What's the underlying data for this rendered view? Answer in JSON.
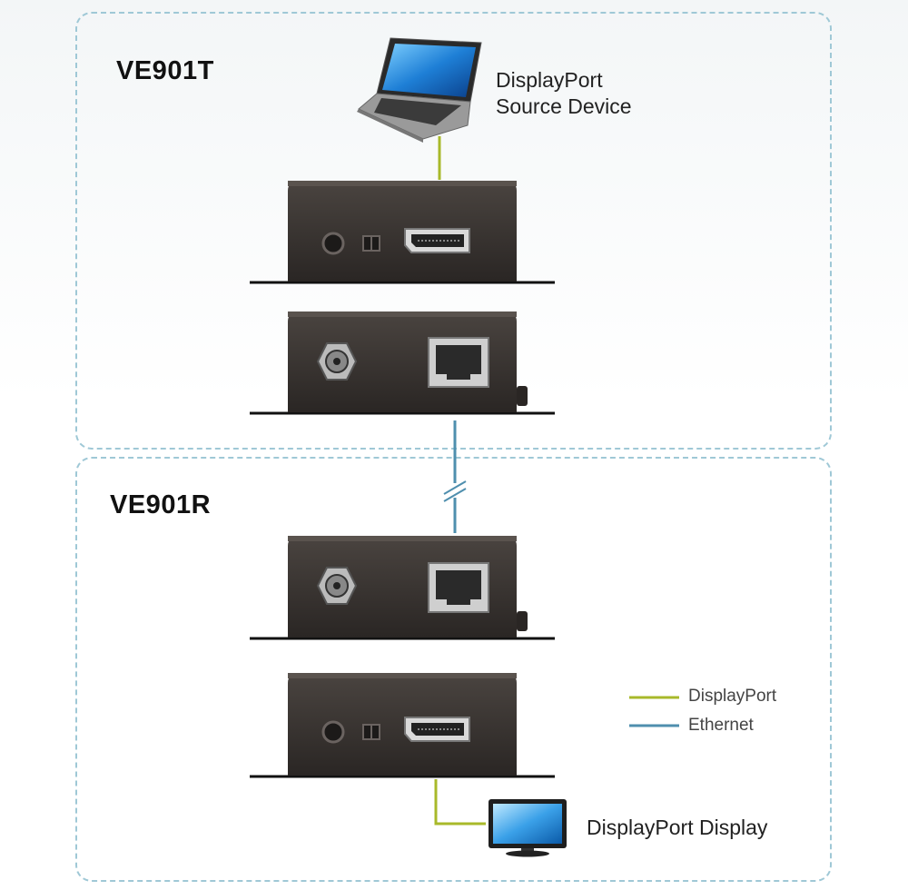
{
  "transmitter": {
    "title": "VE901T"
  },
  "receiver": {
    "title": "VE901R"
  },
  "source_device": {
    "line1": "DisplayPort",
    "line2": "Source Device"
  },
  "display_device": {
    "label": "DisplayPort Display"
  },
  "legend": [
    {
      "label": "DisplayPort",
      "color": "#a8b92a"
    },
    {
      "label": "Ethernet",
      "color": "#4f8fae"
    }
  ],
  "colors": {
    "box_border": "#9fc8d6",
    "device_body": "#3a3532",
    "displayport_line": "#a8b92a",
    "ethernet_line": "#4f8fae"
  }
}
